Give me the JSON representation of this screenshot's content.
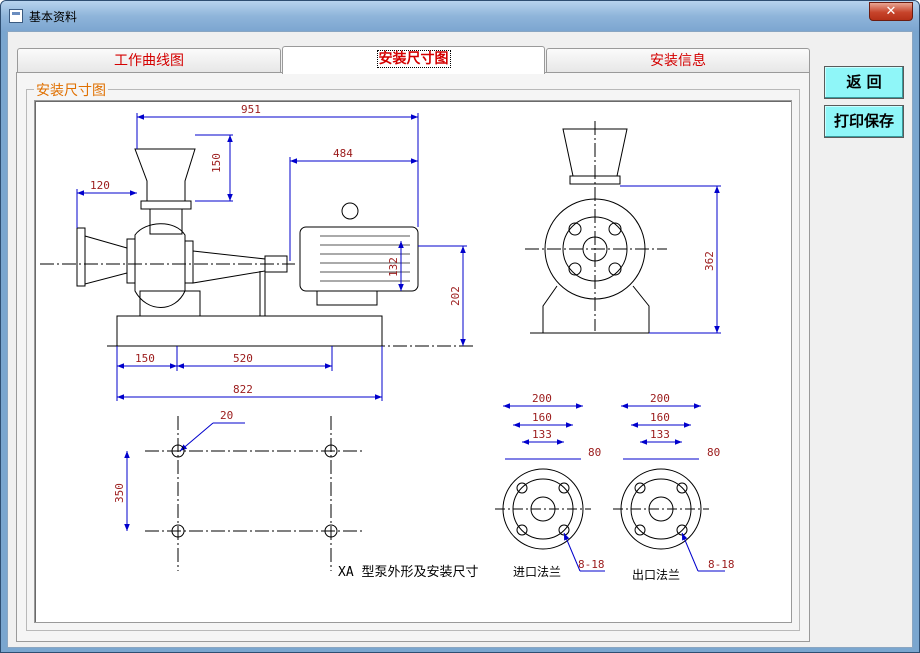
{
  "window": {
    "title": "基本资料",
    "close_label": "✕"
  },
  "tabs": [
    {
      "label": "工作曲线图",
      "active": false
    },
    {
      "label": "安装尺寸图",
      "active": true
    },
    {
      "label": "安装信息",
      "active": false
    }
  ],
  "group": {
    "label": "安装尺寸图"
  },
  "buttons": {
    "back": "返  回",
    "print": "打印保存"
  },
  "drawing": {
    "dims": {
      "d951": "951",
      "d484": "484",
      "d150top": "150",
      "d120": "120",
      "d132": "132",
      "d202": "202",
      "d150": "150",
      "d520": "520",
      "d822": "822",
      "d362": "362",
      "d20": "20",
      "d350": "350",
      "in200": "200",
      "in160": "160",
      "in133": "133",
      "in80": "80",
      "in818": "8-18",
      "out200": "200",
      "out160": "160",
      "out133": "133",
      "out80": "80",
      "out818": "8-18"
    },
    "caption": "XA 型泵外形及安装尺寸",
    "inlet_label": "进口法兰",
    "outlet_label": "出口法兰"
  },
  "colors": {
    "accent_tab": "#d40000",
    "group_label": "#e07000",
    "button_bg": "#8ff6f8",
    "dim_line": "#0000cc",
    "dim_text": "#9b1b1b"
  }
}
